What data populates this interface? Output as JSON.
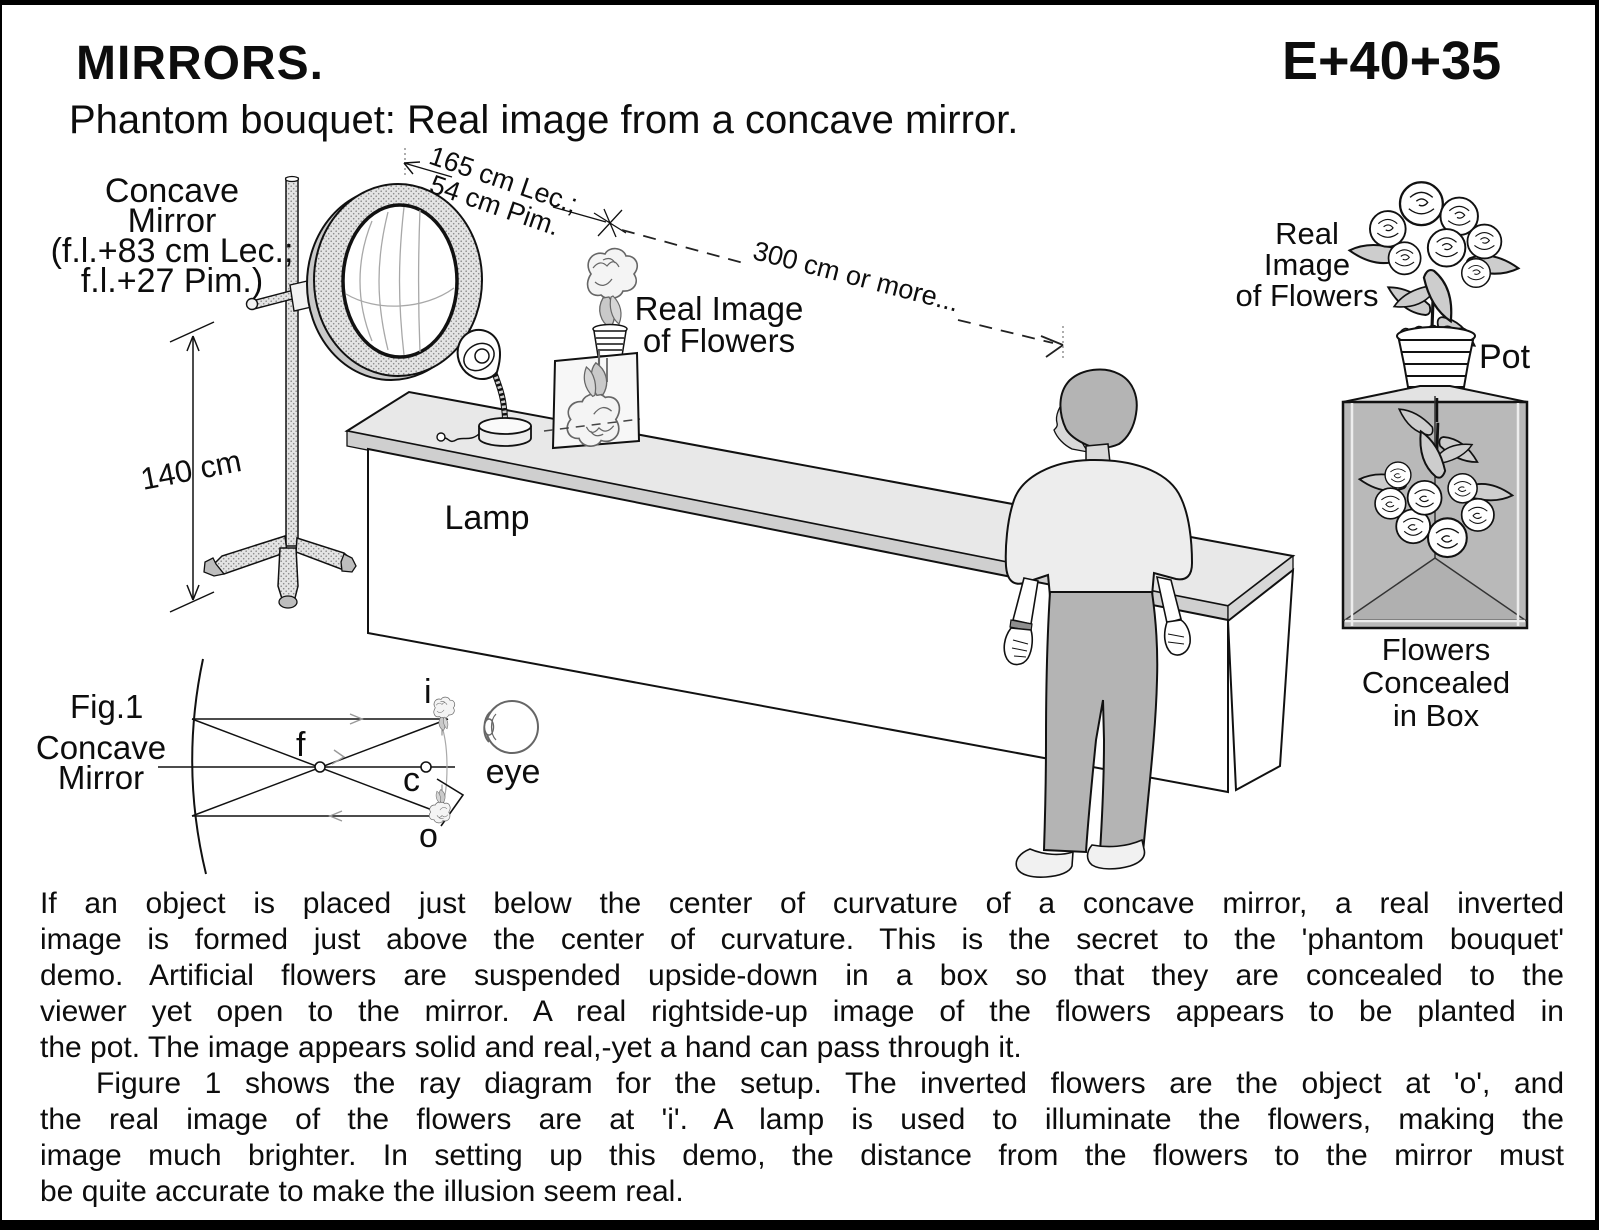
{
  "colors": {
    "ink": "#0d0d0d",
    "paper": "#ffffff",
    "shade_gray": "#b9b9b9",
    "light_gray": "#e8e8e8"
  },
  "header": {
    "title": "MIRRORS.",
    "catalog_code": "E+40+35",
    "subtitle": "Phantom bouquet: Real image from a concave mirror."
  },
  "setup": {
    "mirror_label": "Concave\nMirror\n(f.l.+83 cm Lec.;\nf.l.+27 Pim.)",
    "stand_height": "140 cm",
    "mirror_distance": "165 cm Lec.;\n54 cm Pim.",
    "viewing_distance": "300 cm or more...",
    "real_image_label": "Real Image\nof Flowers",
    "lamp_label": "Lamp"
  },
  "display_box": {
    "real_image_label": "Real\nImage\nof Flowers",
    "pot_label": "Pot",
    "concealed_label": "Flowers\nConcealed\nin Box"
  },
  "figure": {
    "caption": "Fig.1",
    "mirror_label": "Concave\nMirror",
    "point_image": "i",
    "point_focus": "f",
    "point_center": "c",
    "point_object": "o",
    "eye_label": "eye"
  },
  "description": {
    "paragraph1_lines": [
      "If an object is placed just below the center of curvature of a concave mirror, a real  inverted",
      "image is formed just above the center of curvature. This is the secret to the 'phantom bouquet'",
      "demo. Artificial flowers are suspended upside-down in a box so that they are concealed to the",
      "viewer yet open to the mirror. A real rightside-up image of the flowers appears to be planted in",
      "the pot. The image appears solid and real,-yet a hand can pass through it."
    ],
    "paragraph2_lines": [
      "Figure 1 shows the ray diagram for the setup. The inverted flowers are the object at 'o', and",
      "the real image of the flowers are at 'i'. A lamp is used to illuminate the flowers, making the",
      "image much brighter. In setting up this demo, the distance from the flowers to the mirror must",
      "be quite accurate to make the illusion seem real."
    ]
  }
}
